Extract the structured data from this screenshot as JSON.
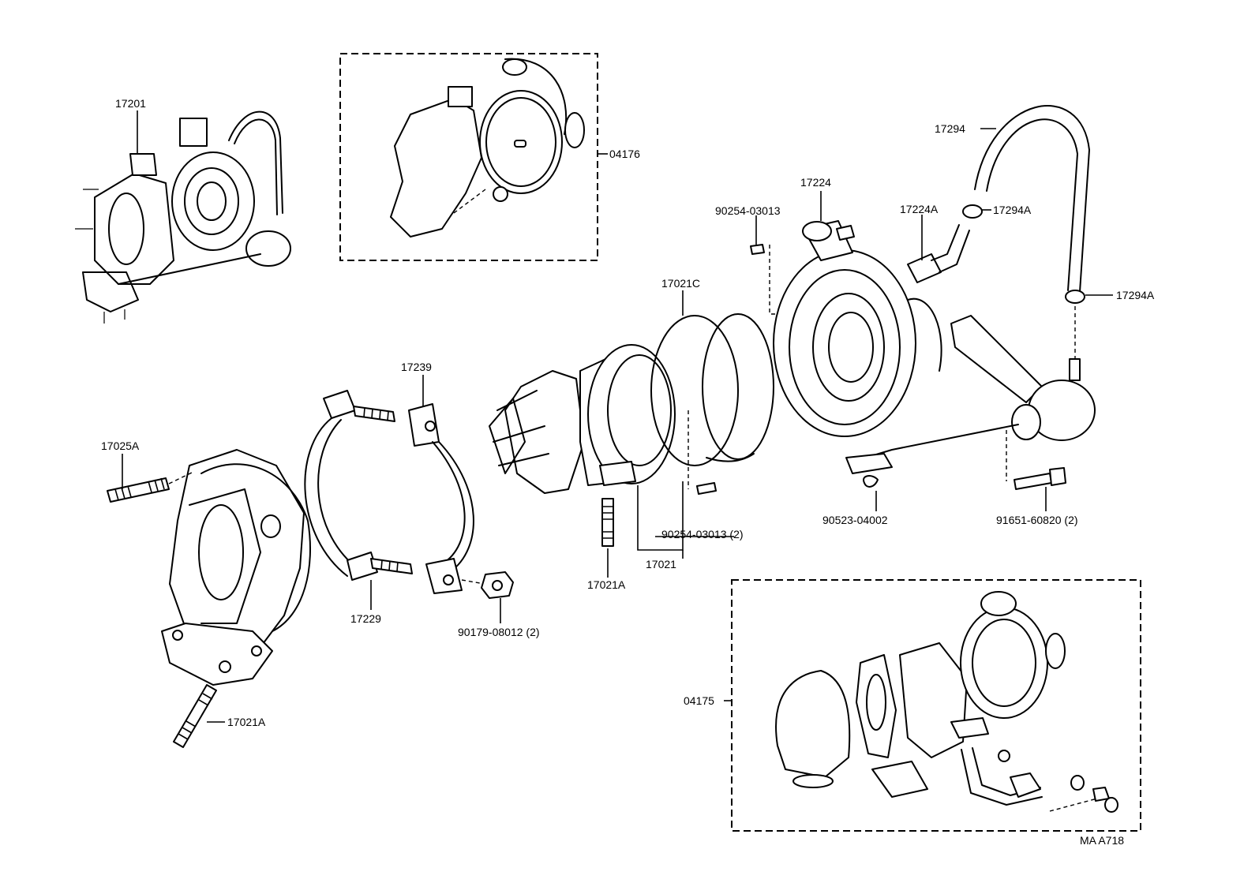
{
  "diagram": {
    "reference_code": "MA A718",
    "callouts": {
      "c17201": "17201",
      "c04176": "04176",
      "c17294": "17294",
      "c17224": "17224",
      "c90254a": "90254-03013",
      "c17224A": "17224A",
      "c17294A_top": "17294A",
      "c17294A_mid": "17294A",
      "c17021C": "17021C",
      "c17239": "17239",
      "c17025A": "17025A",
      "c90254b": "90254-03013 (2)",
      "c90523": "90523-04002",
      "c91651": "91651-60820 (2)",
      "c17021": "17021",
      "c17021A_mid": "17021A",
      "c17229": "17229",
      "c90179": "90179-08012 (2)",
      "c04175": "04175",
      "c17021A_low": "17021A"
    }
  }
}
